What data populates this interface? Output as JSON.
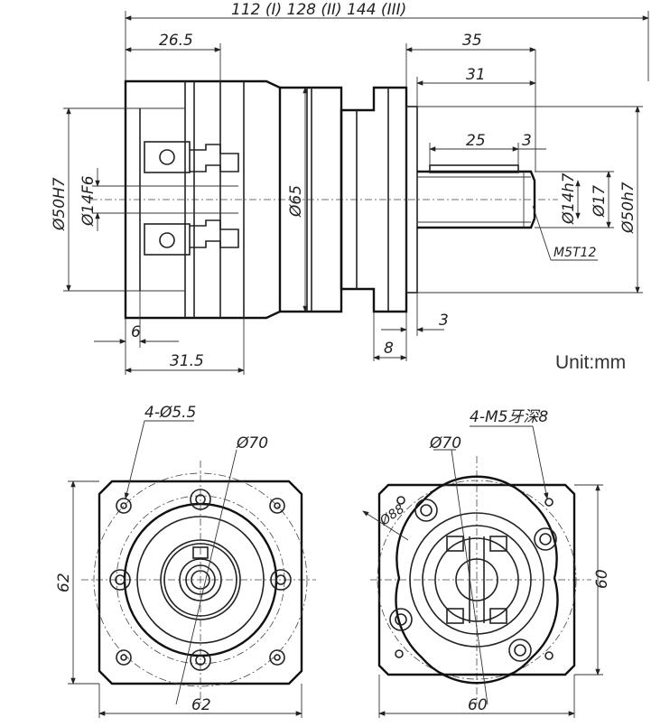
{
  "unit_label": "Unit:mm",
  "side_view": {
    "overall_lengths": "112 (I)   128 (II)   144 (III)",
    "d_flange_len": "26.5",
    "d_shaft_35": "35",
    "d_shaft_31": "31",
    "d_key_25": "25",
    "d_key_3": "3",
    "d_50h7_left": "Ø50H7",
    "d_14f6": "Ø14F6",
    "d_65": "Ø65",
    "d_14h7": "Ø14h7",
    "d_17": "Ø17",
    "d_50h7_right": "Ø50h7",
    "d_m5": "M5T12",
    "d_6": "6",
    "d_31_5": "31.5",
    "d_3_bottom": "3",
    "d_8": "8"
  },
  "input_end_view": {
    "holes": "4-Ø5.5",
    "pcd": "Ø70",
    "height": "62",
    "width": "62"
  },
  "output_end_view": {
    "holes": "4-M5牙深8",
    "pcd": "Ø70",
    "circle": "Ø88",
    "height": "60",
    "width": "60"
  }
}
